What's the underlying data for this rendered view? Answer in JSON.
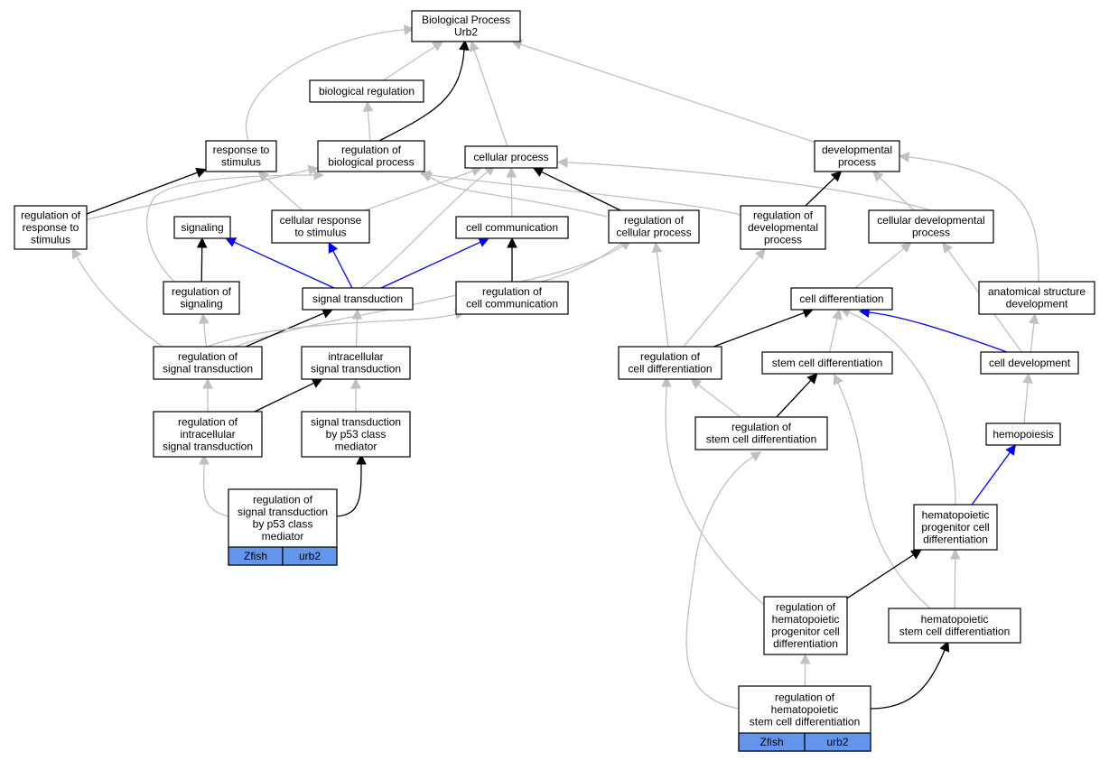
{
  "nodes": [
    {
      "id": "bp",
      "lines": [
        "Biological Process",
        "Urb2"
      ]
    },
    {
      "id": "bioreg",
      "lines": [
        "biological regulation"
      ]
    },
    {
      "id": "resp",
      "lines": [
        "response to",
        "stimulus"
      ]
    },
    {
      "id": "regbp",
      "lines": [
        "regulation of",
        "biological process"
      ]
    },
    {
      "id": "cellproc",
      "lines": [
        "cellular process"
      ]
    },
    {
      "id": "devproc",
      "lines": [
        "developmental",
        "process"
      ]
    },
    {
      "id": "regresp",
      "lines": [
        "regulation of",
        "response to",
        "stimulus"
      ]
    },
    {
      "id": "signaling",
      "lines": [
        "signaling"
      ]
    },
    {
      "id": "cellresp",
      "lines": [
        "cellular response",
        "to stimulus"
      ]
    },
    {
      "id": "cellcomm",
      "lines": [
        "cell communication"
      ]
    },
    {
      "id": "regcp",
      "lines": [
        "regulation of",
        "cellular process"
      ]
    },
    {
      "id": "regdev",
      "lines": [
        "regulation of",
        "developmental",
        "process"
      ]
    },
    {
      "id": "celldevproc",
      "lines": [
        "cellular developmental",
        "process"
      ]
    },
    {
      "id": "regsig",
      "lines": [
        "regulation of",
        "signaling"
      ]
    },
    {
      "id": "sigtrans",
      "lines": [
        "signal transduction"
      ]
    },
    {
      "id": "regcellcomm",
      "lines": [
        "regulation of",
        "cell communication"
      ]
    },
    {
      "id": "celldiff",
      "lines": [
        "cell differentiation"
      ]
    },
    {
      "id": "anat",
      "lines": [
        "anatomical structure",
        "development"
      ]
    },
    {
      "id": "regsigtrans",
      "lines": [
        "regulation of",
        "signal transduction"
      ]
    },
    {
      "id": "intrasig",
      "lines": [
        "intracellular",
        "signal transduction"
      ]
    },
    {
      "id": "regcelldiff",
      "lines": [
        "regulation of",
        "cell differentiation"
      ]
    },
    {
      "id": "stemdiff",
      "lines": [
        "stem cell differentiation"
      ]
    },
    {
      "id": "celldev",
      "lines": [
        "cell development"
      ]
    },
    {
      "id": "regintra",
      "lines": [
        "regulation of",
        "intracellular",
        "signal transduction"
      ]
    },
    {
      "id": "p53",
      "lines": [
        "signal transduction",
        "by p53 class",
        "mediator"
      ]
    },
    {
      "id": "regstem",
      "lines": [
        "regulation of",
        "stem cell differentiation"
      ]
    },
    {
      "id": "hemo",
      "lines": [
        "hemopoiesis"
      ]
    },
    {
      "id": "regp53",
      "lines": [
        "regulation of",
        "signal transduction",
        "by p53 class",
        "mediator"
      ],
      "tags": [
        "Zfish",
        "urb2"
      ]
    },
    {
      "id": "hpcd",
      "lines": [
        "hematopoietic",
        "progenitor cell",
        "differentiation"
      ]
    },
    {
      "id": "reghpcd",
      "lines": [
        "regulation of",
        "hematopoietic",
        "progenitor cell",
        "differentiation"
      ]
    },
    {
      "id": "hscd",
      "lines": [
        "hematopoietic",
        "stem cell differentiation"
      ]
    },
    {
      "id": "reghscd",
      "lines": [
        "regulation of",
        "hematopoietic",
        "stem cell differentiation"
      ],
      "tags": [
        "Zfish",
        "urb2"
      ]
    }
  ],
  "edges": [
    {
      "from": "bioreg",
      "to": "bp",
      "color": "gray"
    },
    {
      "from": "resp",
      "to": "bp",
      "color": "gray"
    },
    {
      "from": "regbp",
      "to": "bp",
      "color": "black"
    },
    {
      "from": "cellproc",
      "to": "bp",
      "color": "gray"
    },
    {
      "from": "devproc",
      "to": "bp",
      "color": "gray"
    },
    {
      "from": "regbp",
      "to": "bioreg",
      "color": "gray"
    },
    {
      "from": "regresp",
      "to": "resp",
      "color": "black"
    },
    {
      "from": "cellresp",
      "to": "resp",
      "color": "gray"
    },
    {
      "from": "regsig",
      "to": "regbp",
      "color": "gray"
    },
    {
      "from": "regresp",
      "to": "regbp",
      "color": "gray"
    },
    {
      "from": "regcp",
      "to": "regbp",
      "color": "gray"
    },
    {
      "from": "regdev",
      "to": "regbp",
      "color": "gray"
    },
    {
      "from": "cellresp",
      "to": "cellproc",
      "color": "gray"
    },
    {
      "from": "cellcomm",
      "to": "cellproc",
      "color": "gray"
    },
    {
      "from": "regcp",
      "to": "cellproc",
      "color": "black"
    },
    {
      "from": "celldevproc",
      "to": "cellproc",
      "color": "gray"
    },
    {
      "from": "sigtrans",
      "to": "cellproc",
      "color": "gray"
    },
    {
      "from": "regdev",
      "to": "devproc",
      "color": "black"
    },
    {
      "from": "celldevproc",
      "to": "devproc",
      "color": "gray"
    },
    {
      "from": "anat",
      "to": "devproc",
      "color": "gray"
    },
    {
      "from": "regsig",
      "to": "signaling",
      "color": "black"
    },
    {
      "from": "sigtrans",
      "to": "signaling",
      "color": "blue"
    },
    {
      "from": "sigtrans",
      "to": "cellresp",
      "color": "blue"
    },
    {
      "from": "sigtrans",
      "to": "cellcomm",
      "color": "blue"
    },
    {
      "from": "regcellcomm",
      "to": "cellcomm",
      "color": "black"
    },
    {
      "from": "regcellcomm",
      "to": "regcp",
      "color": "gray"
    },
    {
      "from": "regsigtrans",
      "to": "regcp",
      "color": "gray"
    },
    {
      "from": "regcelldiff",
      "to": "regcp",
      "color": "gray"
    },
    {
      "from": "regcelldiff",
      "to": "regdev",
      "color": "gray"
    },
    {
      "from": "celldiff",
      "to": "celldevproc",
      "color": "gray"
    },
    {
      "from": "celldev",
      "to": "celldevproc",
      "color": "gray"
    },
    {
      "from": "regsigtrans",
      "to": "regsig",
      "color": "gray"
    },
    {
      "from": "regsigtrans",
      "to": "sigtrans",
      "color": "black"
    },
    {
      "from": "intrasig",
      "to": "sigtrans",
      "color": "gray"
    },
    {
      "from": "regsigtrans",
      "to": "regcellcomm",
      "color": "gray"
    },
    {
      "from": "regsigtrans",
      "to": "regresp",
      "color": "gray"
    },
    {
      "from": "regcelldiff",
      "to": "celldiff",
      "color": "black"
    },
    {
      "from": "stemdiff",
      "to": "celldiff",
      "color": "gray"
    },
    {
      "from": "celldev",
      "to": "celldiff",
      "color": "blue"
    },
    {
      "from": "hpcd",
      "to": "celldiff",
      "color": "gray"
    },
    {
      "from": "celldev",
      "to": "anat",
      "color": "gray"
    },
    {
      "from": "regintra",
      "to": "regsigtrans",
      "color": "gray"
    },
    {
      "from": "regintra",
      "to": "intrasig",
      "color": "black"
    },
    {
      "from": "p53",
      "to": "intrasig",
      "color": "gray"
    },
    {
      "from": "regstem",
      "to": "regcelldiff",
      "color": "gray"
    },
    {
      "from": "reghpcd",
      "to": "regcelldiff",
      "color": "gray"
    },
    {
      "from": "regstem",
      "to": "stemdiff",
      "color": "black"
    },
    {
      "from": "hscd",
      "to": "stemdiff",
      "color": "gray"
    },
    {
      "from": "hemo",
      "to": "celldev",
      "color": "gray"
    },
    {
      "from": "regp53",
      "to": "regintra",
      "color": "gray"
    },
    {
      "from": "regp53",
      "to": "p53",
      "color": "black"
    },
    {
      "from": "reghscd",
      "to": "regstem",
      "color": "gray"
    },
    {
      "from": "hpcd",
      "to": "hemo",
      "color": "blue"
    },
    {
      "from": "reghpcd",
      "to": "hpcd",
      "color": "black"
    },
    {
      "from": "hscd",
      "to": "hpcd",
      "color": "gray"
    },
    {
      "from": "reghscd",
      "to": "reghpcd",
      "color": "gray"
    },
    {
      "from": "reghscd",
      "to": "hscd",
      "color": "black"
    }
  ]
}
